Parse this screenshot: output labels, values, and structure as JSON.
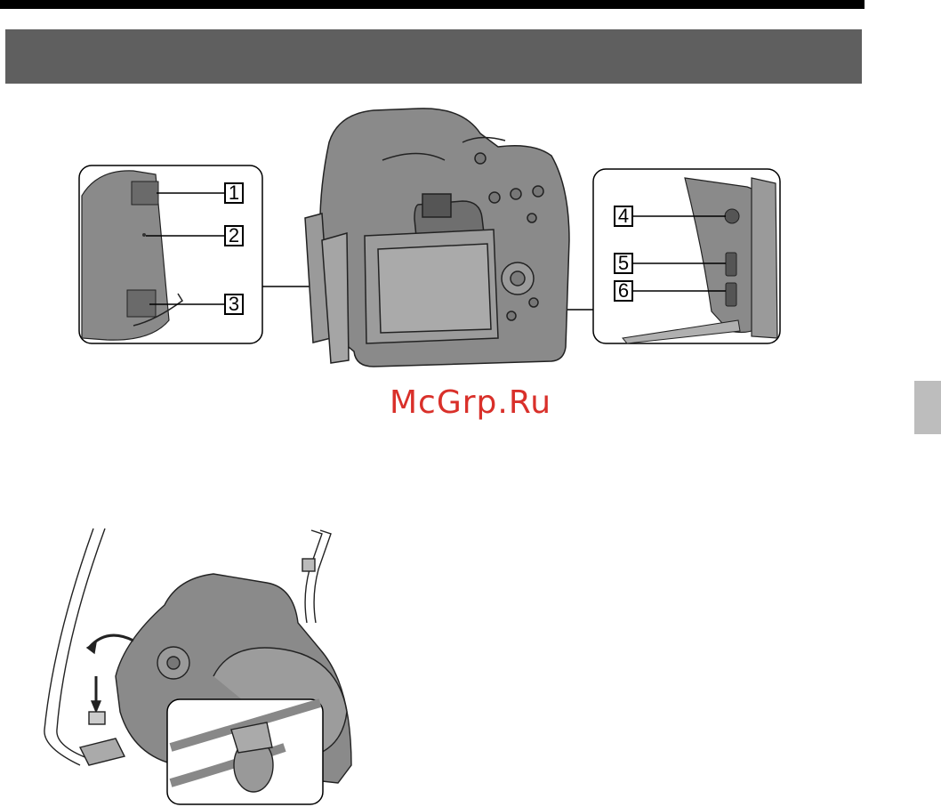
{
  "header": {
    "title": ""
  },
  "callouts": [
    "1",
    "2",
    "3",
    "4",
    "5",
    "6"
  ],
  "watermark": "McGrp.Ru",
  "colors": {
    "title_bar": "#5f5f5f",
    "side_tab": "#bdbdbd",
    "watermark": "#d9302a",
    "camera_body": "#8a8a8a"
  }
}
